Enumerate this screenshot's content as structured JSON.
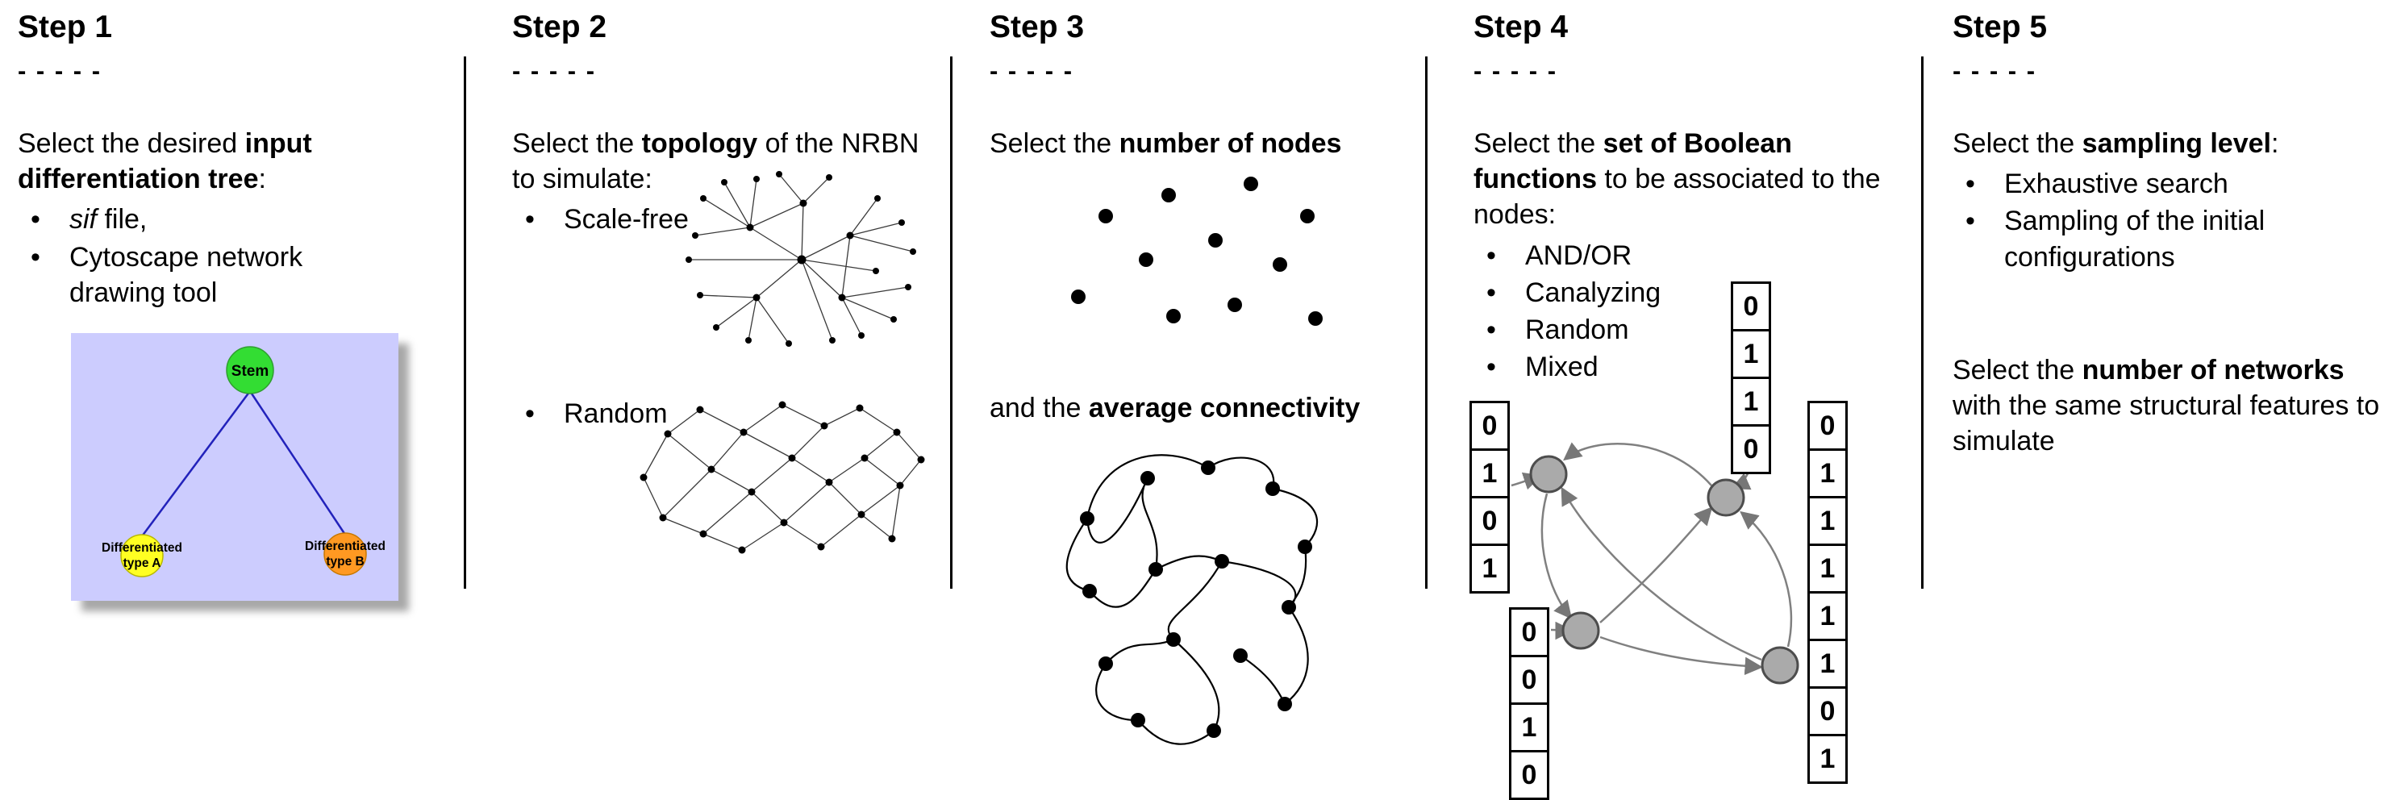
{
  "colors": {
    "tree_bg": "#ccccfe",
    "stem_green": "#33dd33",
    "type_a_yellow": "#ffff22",
    "type_b_orange": "#ff9922",
    "edge_blue": "#2222bb",
    "node_gray": "#aaaaaa"
  },
  "steps": [
    {
      "title": "Step 1",
      "dashes": "- - - - -",
      "intro_pre": "Select the desired ",
      "intro_bold": "input differentiation tree",
      "intro_post": ":",
      "bullet1_italic": "sif",
      "bullet1_rest": " file,",
      "bullet2": "Cytoscape network drawing tool",
      "tree": {
        "root_label": "Stem",
        "left_label_line1": "Differentiated",
        "left_label_line2": "type A",
        "right_label_line1": "Differentiated",
        "right_label_line2": "type B"
      }
    },
    {
      "title": "Step 2",
      "dashes": "- - - - -",
      "intro_pre": "Select the ",
      "intro_bold": "topology",
      "intro_post": " of the NRBN to simulate:",
      "bullets": [
        "Scale-free",
        "Random"
      ]
    },
    {
      "title": "Step 3",
      "dashes": "- - - - -",
      "line1_pre": "Select the ",
      "line1_bold": "number of nodes",
      "line2_pre": "and the ",
      "line2_bold": "average connectivity"
    },
    {
      "title": "Step 4",
      "dashes": "- - - - -",
      "intro_pre": "Select the ",
      "intro_bold": "set of Boolean functions",
      "intro_post": " to be associated to the nodes:",
      "bullets": [
        "AND/OR",
        "Canalyzing",
        "Random",
        "Mixed"
      ],
      "tables": [
        {
          "values": [
            "0",
            "1",
            "1",
            "0"
          ]
        },
        {
          "values": [
            "0",
            "1",
            "0",
            "1"
          ]
        },
        {
          "values": [
            "0",
            "0",
            "1",
            "0"
          ]
        },
        {
          "values": [
            "0",
            "1",
            "1",
            "1",
            "1",
            "1",
            "0",
            "1"
          ]
        }
      ]
    },
    {
      "title": "Step 5",
      "dashes": "- - - - -",
      "intro_pre": "Select the ",
      "intro_bold": "sampling level",
      "intro_post": ":",
      "bullets": [
        "Exhaustive search",
        "Sampling of the initial configurations"
      ],
      "second_pre": "Select the ",
      "second_bold": "number of networks",
      "second_post": " with the same structural features to simulate"
    }
  ]
}
